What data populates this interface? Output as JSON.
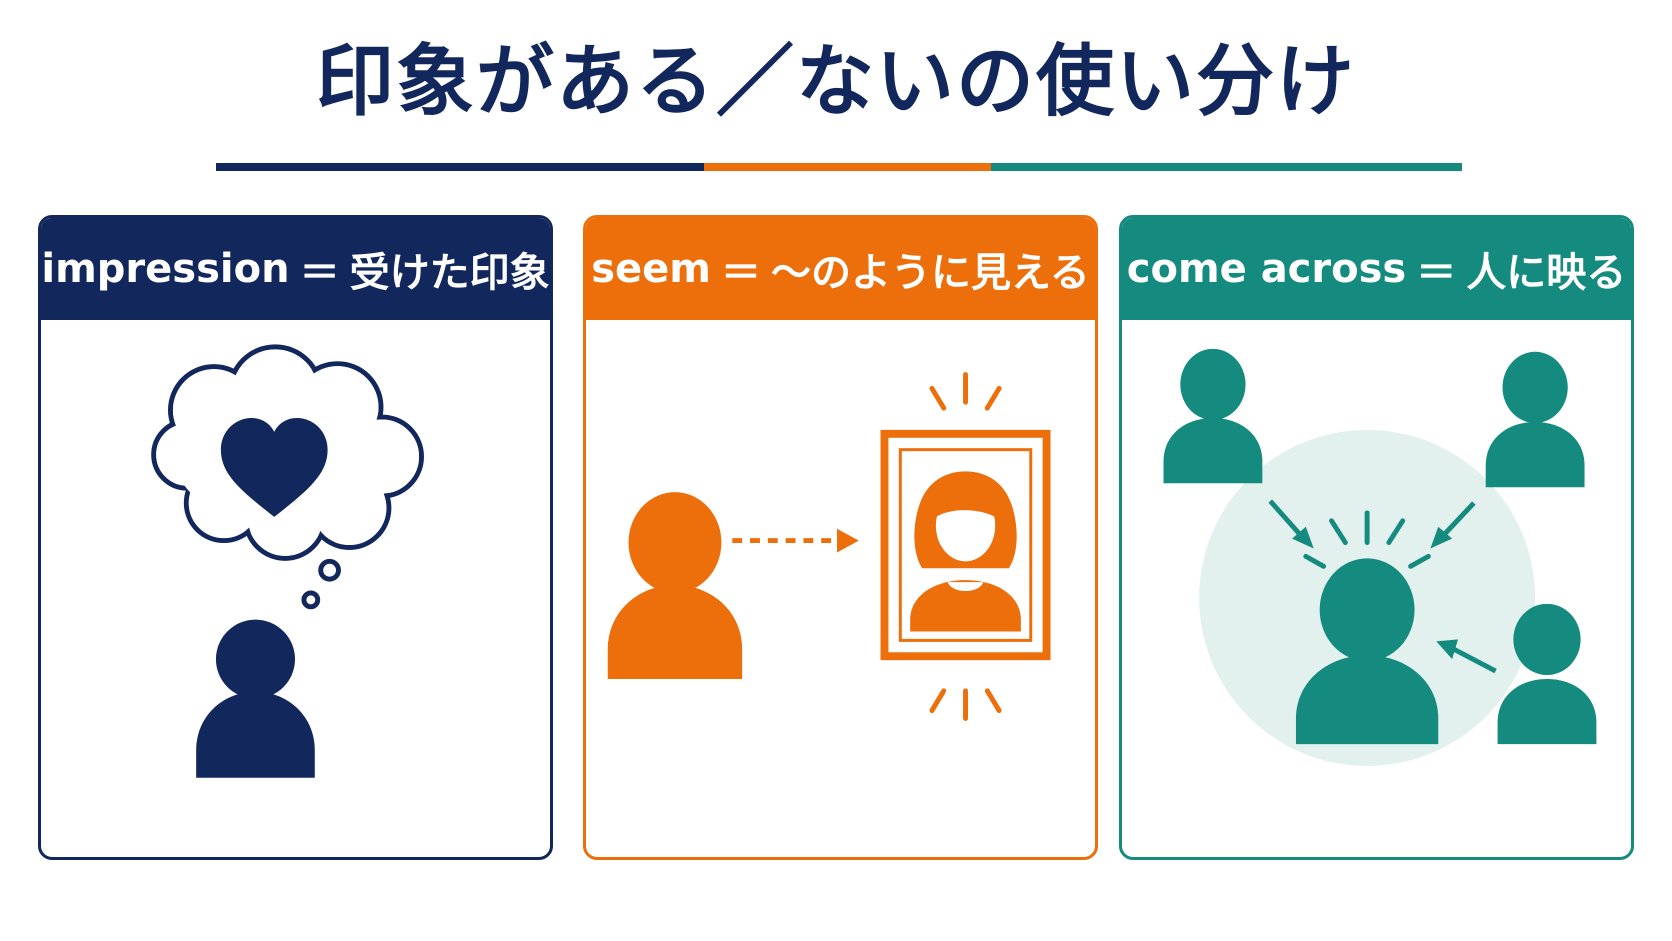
{
  "title": "印象がある／ないの使い分け",
  "colors": {
    "navy": "#12275c",
    "orange": "#ec6f0c",
    "teal": "#158a7e",
    "teal_light": "#e3f1ee"
  },
  "panels": [
    {
      "term": "impression",
      "separator": "＝",
      "meaning": "受けた印象",
      "icons": [
        "thought-bubble-icon",
        "heart-icon",
        "person-icon"
      ]
    },
    {
      "term": "seem",
      "separator": "＝",
      "meaning": "〜のように見える",
      "icons": [
        "person-icon",
        "dotted-arrow-icon",
        "portrait-frame-icon",
        "sparkle-lines-icon"
      ]
    },
    {
      "term": "come across",
      "separator": "＝",
      "meaning": "人に映る",
      "icons": [
        "person-icon",
        "arrow-icon",
        "center-person-icon",
        "sparkle-lines-icon"
      ]
    }
  ]
}
